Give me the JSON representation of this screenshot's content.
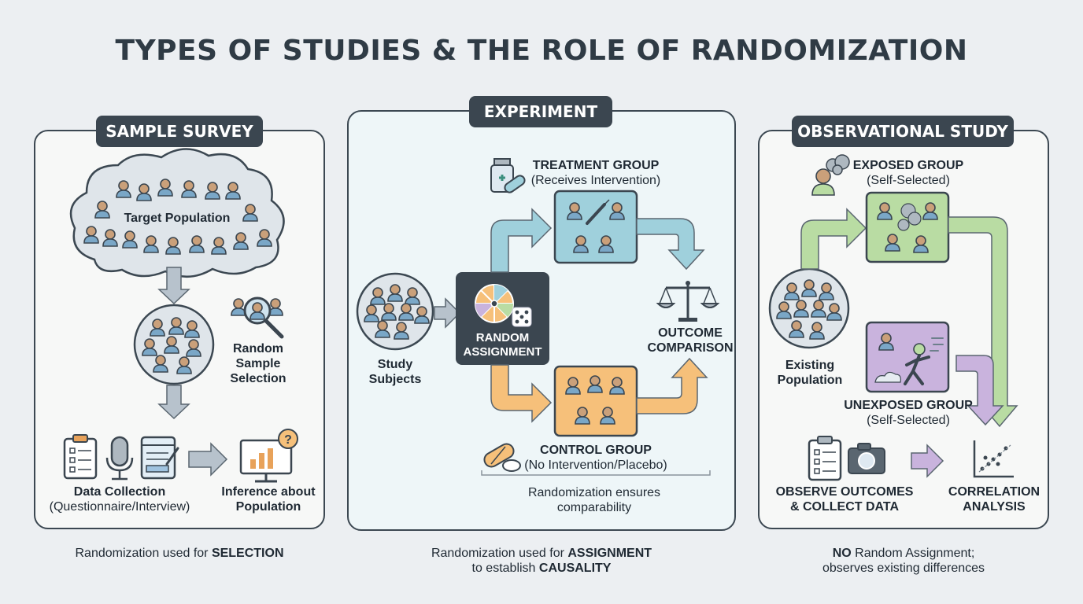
{
  "title": "TYPES OF STUDIES & THE ROLE OF RANDOMIZATION",
  "survey": {
    "badge": "SAMPLE SURVEY",
    "population_label": "Target Population",
    "random_selection": [
      "Random",
      "Sample",
      "Selection"
    ],
    "data_collection": "Data Collection",
    "data_collection_sub": "(Questionnaire/Interview)",
    "inference": [
      "Inference about",
      "Population"
    ],
    "caption_pre": "Randomization used for ",
    "caption_bold": "SELECTION"
  },
  "experiment": {
    "badge": "EXPERIMENT",
    "treatment_title": "TREATMENT GROUP",
    "treatment_sub": "(Receives Intervention)",
    "study_subjects": [
      "Study",
      "Subjects"
    ],
    "random_assignment": [
      "RANDOM",
      "ASSIGNMENT"
    ],
    "outcome": [
      "OUTCOME",
      "COMPARISON"
    ],
    "control_title": "CONTROL GROUP",
    "control_sub": "(No Intervention/Placebo)",
    "note": [
      "Randomization ensures",
      "comparability"
    ],
    "caption_l1_pre": "Randomization used for ",
    "caption_l1_bold": "ASSIGNMENT",
    "caption_l2_pre": "to establish ",
    "caption_l2_bold": "CAUSALITY"
  },
  "observational": {
    "badge": "OBSERVATIONAL STUDY",
    "exposed_title": "EXPOSED GROUP",
    "exposed_sub": "(Self-Selected)",
    "existing": [
      "Existing",
      "Population"
    ],
    "unexposed_title": "UNEXPOSED GROUP",
    "unexposed_sub": "(Self-Selected)",
    "observe": [
      "OBSERVE OUTCOMES",
      "& COLLECT DATA"
    ],
    "correlation": [
      "CORRELATION",
      "ANALYSIS"
    ],
    "caption_l1_bold": "NO",
    "caption_l1_post": " Random Assignment;",
    "caption_l2": "observes existing differences"
  },
  "colors": {
    "dark": "#3b4650",
    "blue": "#9fd0dc",
    "orange": "#f6c07a",
    "green": "#b9dca3",
    "purple": "#c9b3dd",
    "grey_arrow": "#b7c2cc"
  },
  "icons": [
    "person-icon",
    "magnifier-icon",
    "clipboard-icon",
    "microphone-icon",
    "form-icon",
    "monitor-chart-icon",
    "medicine-bottle-icon",
    "syringe-icon",
    "wheel-icon",
    "dice-icon",
    "scale-icon",
    "pill-icon",
    "smoker-icon",
    "camera-icon",
    "scatter-plot-icon"
  ]
}
